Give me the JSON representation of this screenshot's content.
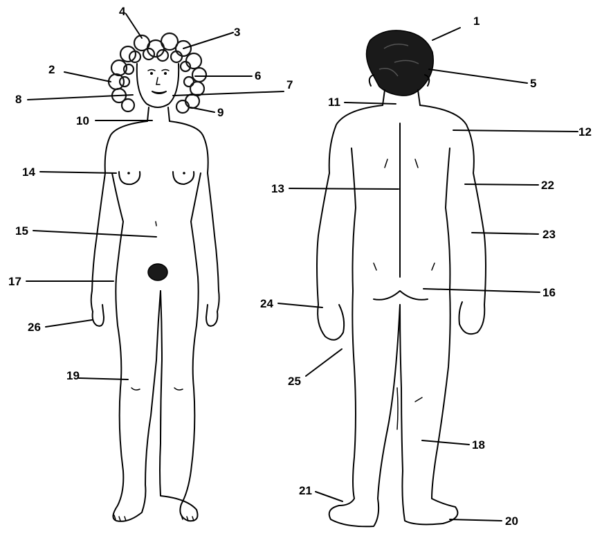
{
  "labels": [
    {
      "id": "1",
      "text": "1"
    },
    {
      "id": "2",
      "text": "2"
    },
    {
      "id": "3",
      "text": "3"
    },
    {
      "id": "4",
      "text": "4"
    },
    {
      "id": "5",
      "text": "5"
    },
    {
      "id": "6",
      "text": "6"
    },
    {
      "id": "7",
      "text": "7"
    },
    {
      "id": "8",
      "text": "8"
    },
    {
      "id": "9",
      "text": "9"
    },
    {
      "id": "10",
      "text": "10"
    },
    {
      "id": "11",
      "text": "11"
    },
    {
      "id": "12",
      "text": "12"
    },
    {
      "id": "13",
      "text": "13"
    },
    {
      "id": "14",
      "text": "14"
    },
    {
      "id": "15",
      "text": "15"
    },
    {
      "id": "16",
      "text": "16"
    },
    {
      "id": "17",
      "text": "17"
    },
    {
      "id": "18",
      "text": "18"
    },
    {
      "id": "19",
      "text": "19"
    },
    {
      "id": "20",
      "text": "20"
    },
    {
      "id": "21",
      "text": "21"
    },
    {
      "id": "22",
      "text": "22"
    },
    {
      "id": "23",
      "text": "23"
    },
    {
      "id": "24",
      "text": "24"
    },
    {
      "id": "25",
      "text": "25"
    },
    {
      "id": "26",
      "text": "26"
    }
  ]
}
